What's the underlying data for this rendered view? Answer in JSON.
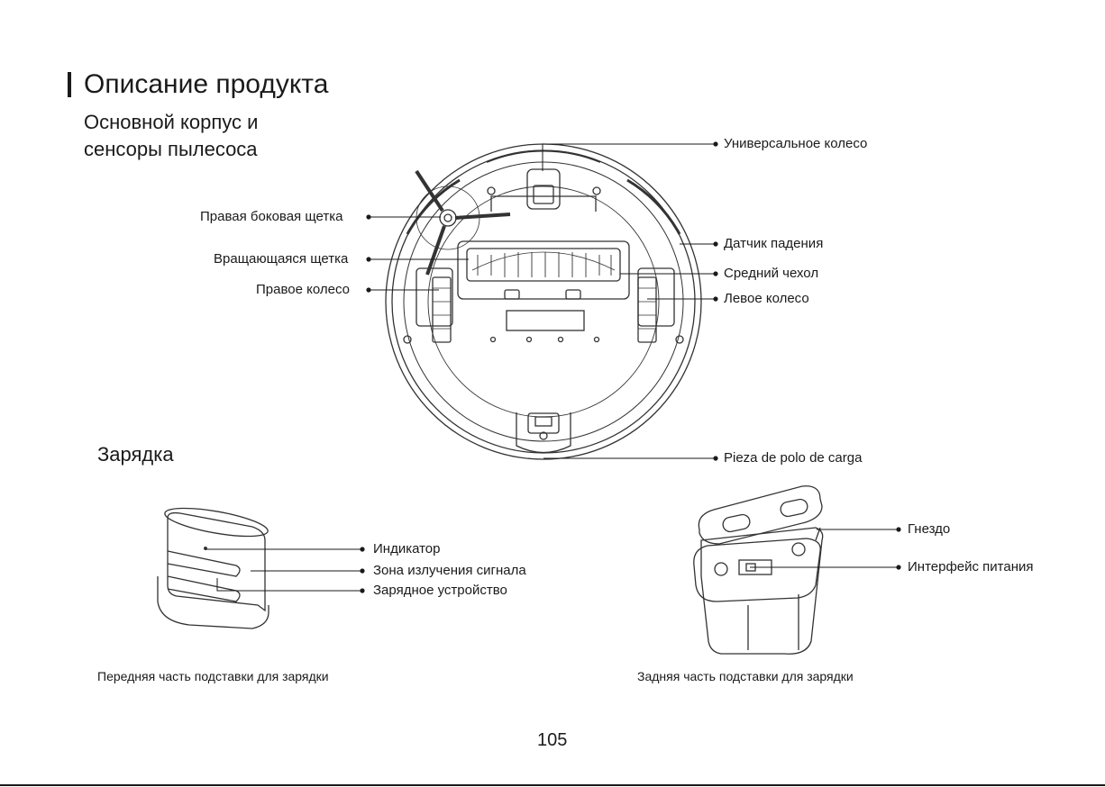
{
  "page": {
    "title": "Описание продукта",
    "page_number": "105"
  },
  "main_body": {
    "heading_line1": "Основной корпус и",
    "heading_line2": "сенсоры пылесоса",
    "labels": {
      "right_side_brush": "Правая боковая щетка",
      "rolling_brush": "Вращающаяся щетка",
      "right_wheel": "Правое колесо",
      "universal_wheel": "Универсальное колесо",
      "cliff_sensor": "Датчик падения",
      "middle_cover": "Средний чехол",
      "left_wheel": "Левое колесо",
      "charging_contacts": "Pieza de polo de carga"
    }
  },
  "charging": {
    "heading": "Зарядка",
    "front": {
      "caption": "Передняя часть подставки для зарядки",
      "labels": {
        "indicator": "Индикатор",
        "signal_zone": "Зона излучения сигнала",
        "charger": "Зарядное устройство"
      }
    },
    "back": {
      "caption": "Задняя часть подставки для зарядки",
      "labels": {
        "socket": "Гнездо",
        "power_interface": "Интерфейс питания"
      }
    }
  }
}
